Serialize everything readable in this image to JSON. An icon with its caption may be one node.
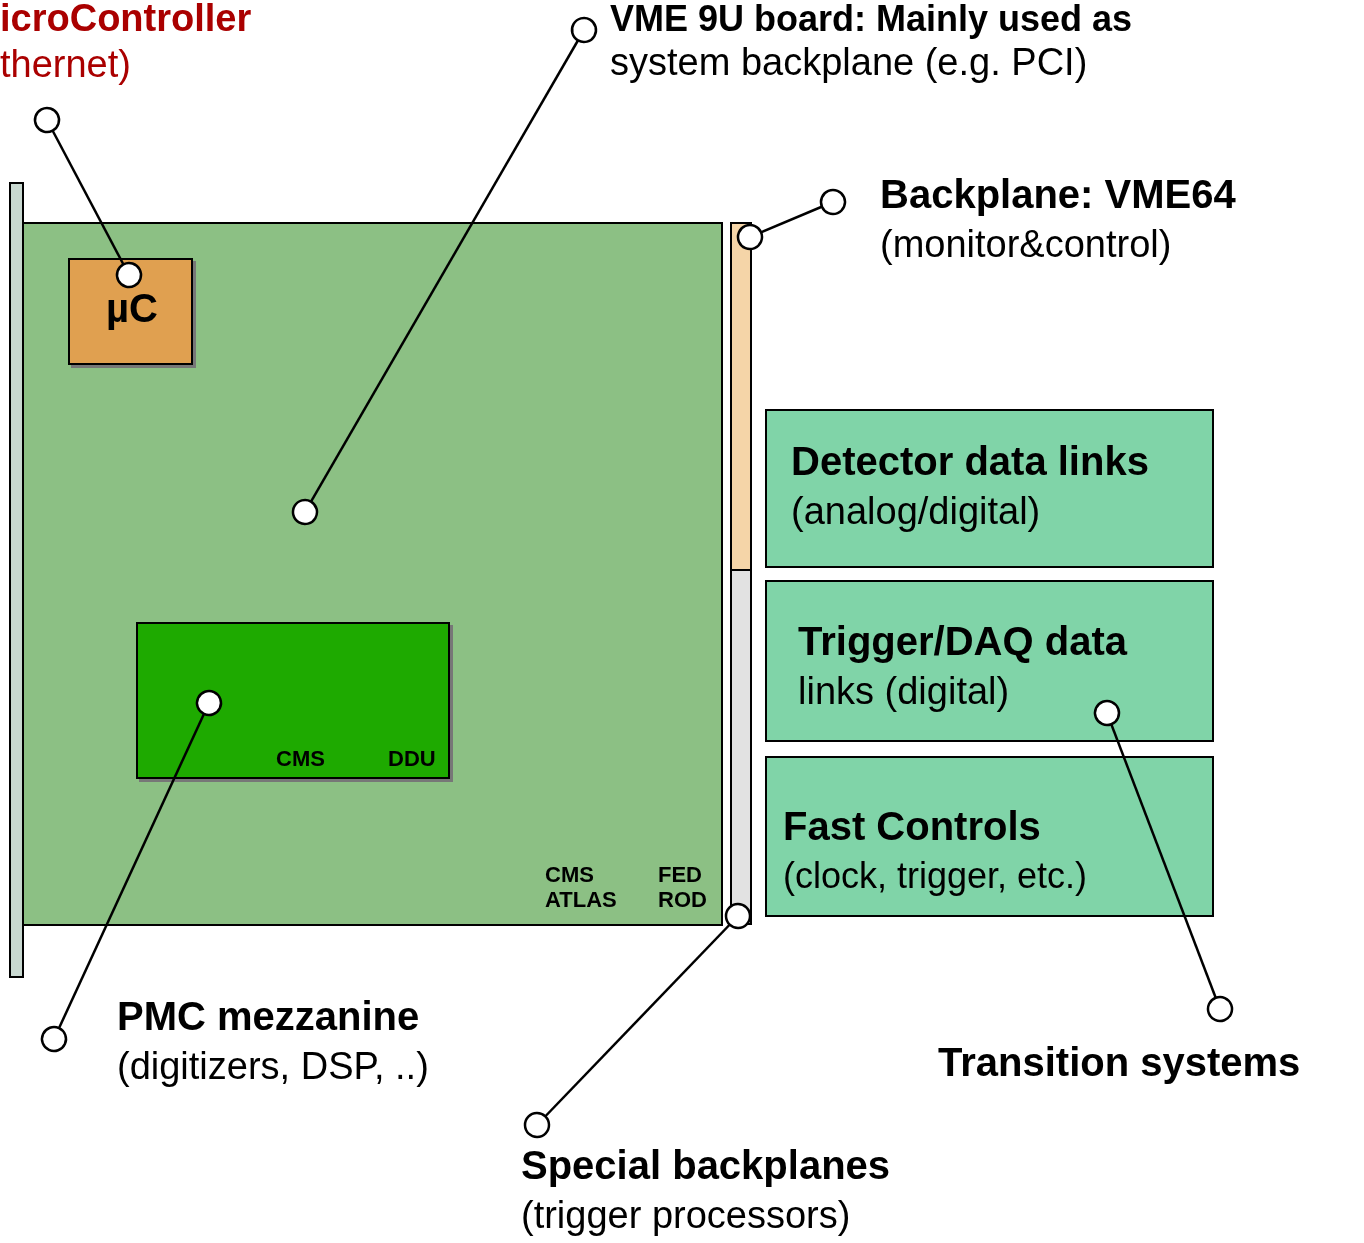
{
  "diagram": {
    "nodes": [
      {
        "text": [
          "icroController",
          "thernet)"
        ]
      },
      {
        "text": [
          "VME 9U board: Mainly used as",
          "system backplane (e.g. PCI)"
        ]
      },
      {
        "text": [
          "Backplane: VME64",
          "(monitor&control)"
        ]
      },
      {
        "text": [
          "CMS ATLAS",
          "FED ROD"
        ]
      },
      {
        "text": [
          "µC"
        ],
        "in": 3
      },
      {
        "text": [
          "CMS",
          "DDU"
        ],
        "in": 3
      },
      {
        "text": [],
        "shape": "bar"
      },
      {
        "text": [],
        "shape": "bar"
      },
      {
        "text": [
          "Detector data links",
          "(analog/digital)"
        ]
      },
      {
        "text": [
          "Trigger/DAQ data",
          "links (digital)"
        ]
      },
      {
        "text": [
          "Fast Controls",
          "(clock, trigger, etc.)"
        ]
      },
      {
        "text": [
          "PMC mezzanine",
          "(digitizers, DSP, ..)"
        ]
      },
      {
        "text": [
          "Transition systems"
        ]
      },
      {
        "text": [
          "Special backplanes",
          "(trigger processors)"
        ]
      }
    ],
    "edges": [
      {
        "from": 0,
        "to": 4,
        "arrow": "other"
      },
      {
        "from": 1,
        "to": 3,
        "arrow": "other"
      },
      {
        "from": 2,
        "to": 6,
        "arrow": "other"
      },
      {
        "from": 11,
        "to": 5,
        "arrow": "other"
      },
      {
        "from": 13,
        "to": 7,
        "arrow": "other"
      },
      {
        "from": 12,
        "to": 9,
        "arrow": "other"
      }
    ]
  }
}
